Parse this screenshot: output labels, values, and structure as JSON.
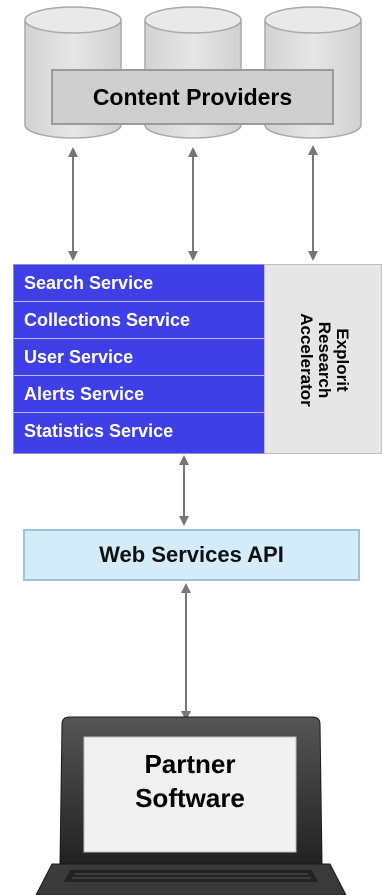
{
  "content_providers": {
    "label": "Content Providers",
    "database_count": 3
  },
  "services": [
    {
      "label": "Search Service"
    },
    {
      "label": "Collections Service"
    },
    {
      "label": "User Service"
    },
    {
      "label": "Alerts Service"
    },
    {
      "label": "Statistics Service"
    }
  ],
  "explorit": {
    "line1": "Explorit",
    "line2": "Research",
    "line3": "Accelerator"
  },
  "api": {
    "label": "Web Services API"
  },
  "partner": {
    "line1": "Partner",
    "line2": "Software"
  },
  "colors": {
    "services_fill": "#3f3fe8",
    "api_fill": "#d4ecfa",
    "database_fill": "#dcdcdc",
    "arrow": "#777777"
  }
}
